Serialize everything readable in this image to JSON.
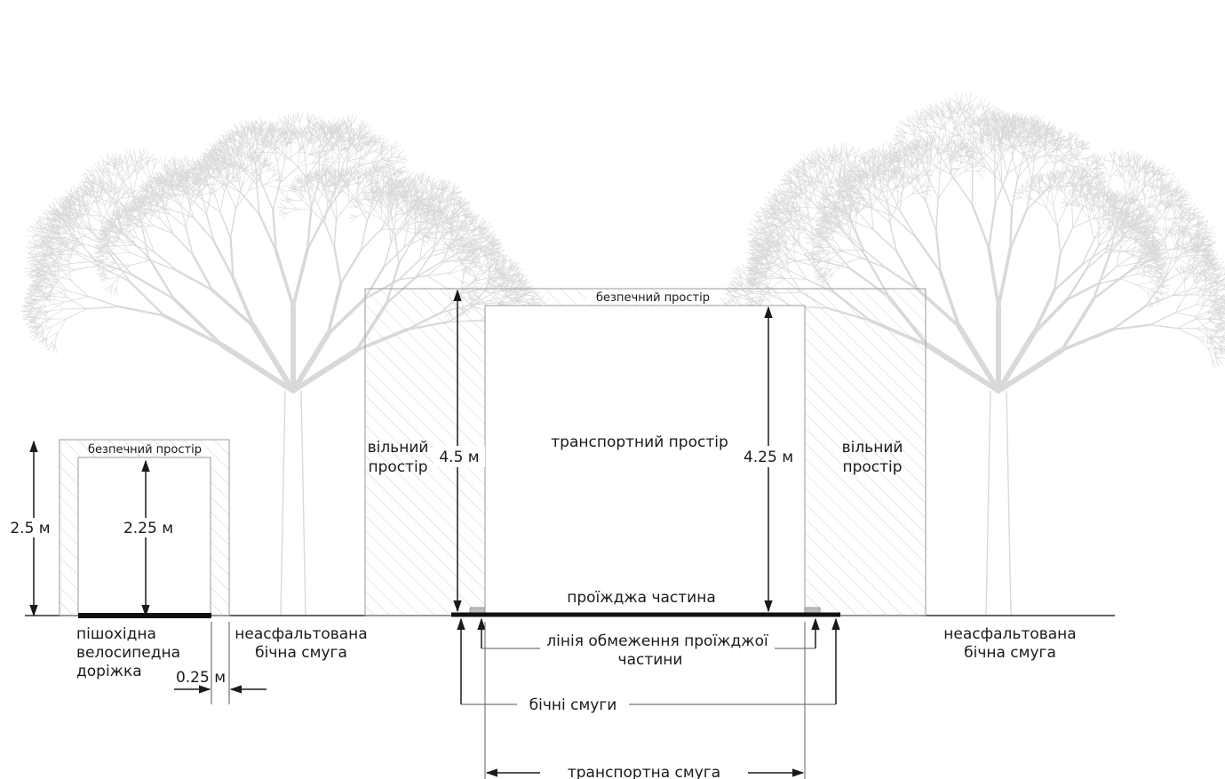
{
  "left_section": {
    "safe_space": "безпечний простір",
    "outer_height": "2.5 м",
    "inner_height": "2.25 м",
    "path_name": [
      "пішохідна",
      "велосипедна",
      "доріжка"
    ],
    "offset": "0.25 м",
    "verge": [
      "неасфальтована",
      "бічна смуга"
    ]
  },
  "center_section": {
    "safe_space": "безпечний простір",
    "free_space_left": [
      "вільний",
      "простір"
    ],
    "free_space_right": [
      "вільний",
      "простір"
    ],
    "outer_height": "4.5 м",
    "inner_height": "4.25 м",
    "traffic_space": "транспортний простір",
    "carriageway": "проїжджа частина",
    "edge_line": [
      "лінія обмеження проїжджої",
      "частини"
    ],
    "side_strips": "бічні смуги",
    "traffic_lane": "транспортна смуга"
  },
  "right_section": {
    "verge": [
      "неасфальтована",
      "бічна смуга"
    ]
  },
  "colors": {
    "line": "#1a1a1a",
    "tree": "#d9d9d9",
    "hatch": "#c8c8c8",
    "frame": "#9a9a9a"
  }
}
